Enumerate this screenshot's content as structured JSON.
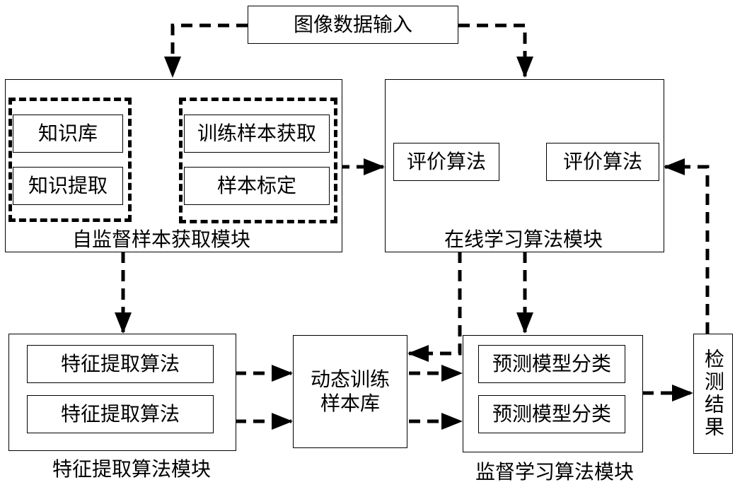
{
  "diagram": {
    "input": "图像数据输入",
    "self_supervised_module": {
      "title": "自监督样本获取模块",
      "left_group": [
        "知识库",
        "知识提取"
      ],
      "right_group": [
        "训练样本获取",
        "样本标定"
      ]
    },
    "online_module": {
      "title": "在线学习算法模块",
      "items": [
        "评价算法",
        "评价算法"
      ]
    },
    "feature_module": {
      "title": "特征提取算法模块",
      "items": [
        "特征提取算法",
        "特征提取算法"
      ]
    },
    "dynamic_library": {
      "line1": "动态训练",
      "line2": "样本库"
    },
    "supervised_module": {
      "title": "监督学习算法模块",
      "items": [
        "预测模型分类",
        "预测模型分类"
      ]
    },
    "result": "检测结果"
  }
}
